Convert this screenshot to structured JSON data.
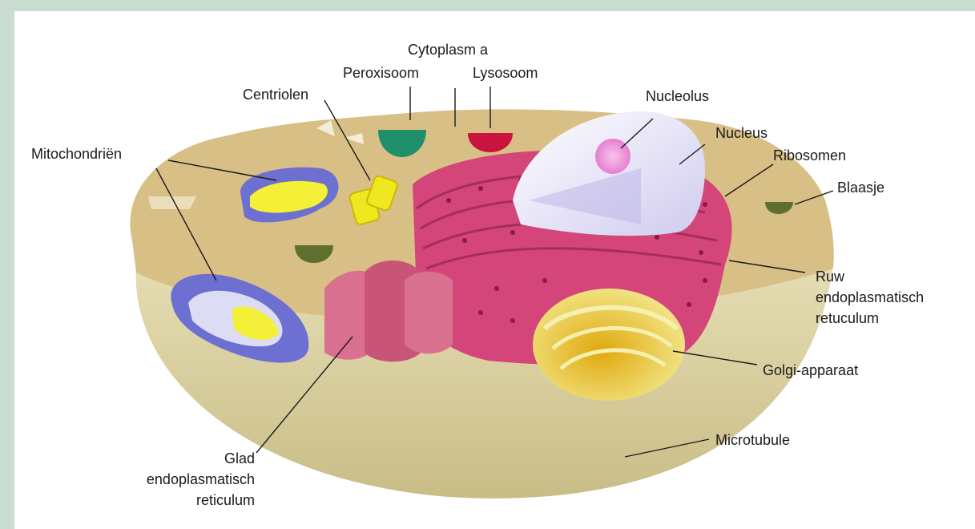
{
  "labels": {
    "cytoplasma": "Cytoplasm a",
    "peroxisoom": "Peroxisoom",
    "lysosoom": "Lysosoom",
    "centriolen": "Centriolen",
    "nucleolus": "Nucleolus",
    "nucleus": "Nucleus",
    "ribosomen": "Ribosomen",
    "mitochondrien": "Mitochondriën",
    "blaasje": "Blaasje",
    "ruw": [
      "Ruw",
      "endoplasmatisch",
      "retuculum"
    ],
    "golgi": "Golgi-apparaat",
    "microtubule": "Microtubule",
    "glad": [
      "Glad",
      "endoplasmatisch",
      "reticulum"
    ]
  },
  "colors": {
    "frame": "#c9ddd0",
    "cytoplasm": "#d8bf86",
    "membrane": "#d9cfa2",
    "rough_er": "#d4457a",
    "smooth_er": "#d9708f",
    "nucleus": "#e9e6f7",
    "nucleolus": "#f2a6d8",
    "mitochondria": "#6d6fd1",
    "mito_inner": "#f4f038",
    "peroxisome": "#1e8f6a",
    "lysosome": "#c8143e",
    "vesicle": "#5e6f2e",
    "golgi": "#e4c81c"
  }
}
